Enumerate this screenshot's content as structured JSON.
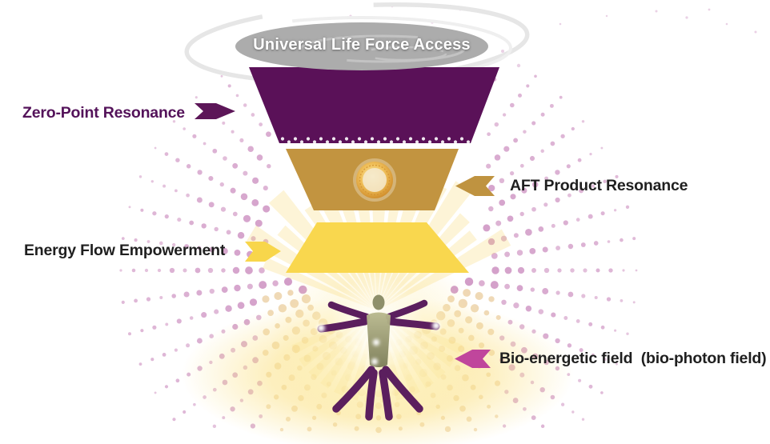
{
  "labels": {
    "universal_life_force": {
      "text": "Universal Life Force Access",
      "color": "#ffffff"
    },
    "zero_point": {
      "text": "Zero-Point Resonance",
      "color": "#54135a"
    },
    "aft_product": {
      "text": "AFT Product Resonance",
      "color": "#1f1f1f"
    },
    "energy_flow": {
      "text": "Energy Flow Empowerment",
      "color": "#1f1f1f"
    },
    "bio_energetic": {
      "text": "Bio-energetic field  (bio-photon field)",
      "color": "#1f1f1f"
    }
  },
  "arrows": {
    "zero_point": {
      "direction": "right",
      "color": "#5c1658"
    },
    "aft_product": {
      "direction": "left",
      "color": "#bf9340"
    },
    "energy_flow": {
      "direction": "right",
      "color": "#f8d64b"
    },
    "bio_energetic": {
      "direction": "left",
      "color": "#c0469c"
    }
  },
  "funnel": {
    "layers": [
      {
        "name": "universal-life-force-opening",
        "color": "#acacac"
      },
      {
        "name": "zero-point-resonance",
        "color": "#5a1158"
      },
      {
        "name": "aft-product-resonance",
        "color": "#c29440",
        "badge": "gold-coin"
      },
      {
        "name": "energy-flow-empowerment",
        "color": "#f9d74e"
      }
    ]
  },
  "figure": {
    "icon": "vitruvian-human-icon"
  },
  "decor": {
    "dot_color": "#d6a3cb",
    "dot_color_alt": "#cc8fc0",
    "dot_color_warm": "#e6c38d",
    "glow_color": "#fbe289",
    "swirl_color": "#e6e6e6"
  }
}
